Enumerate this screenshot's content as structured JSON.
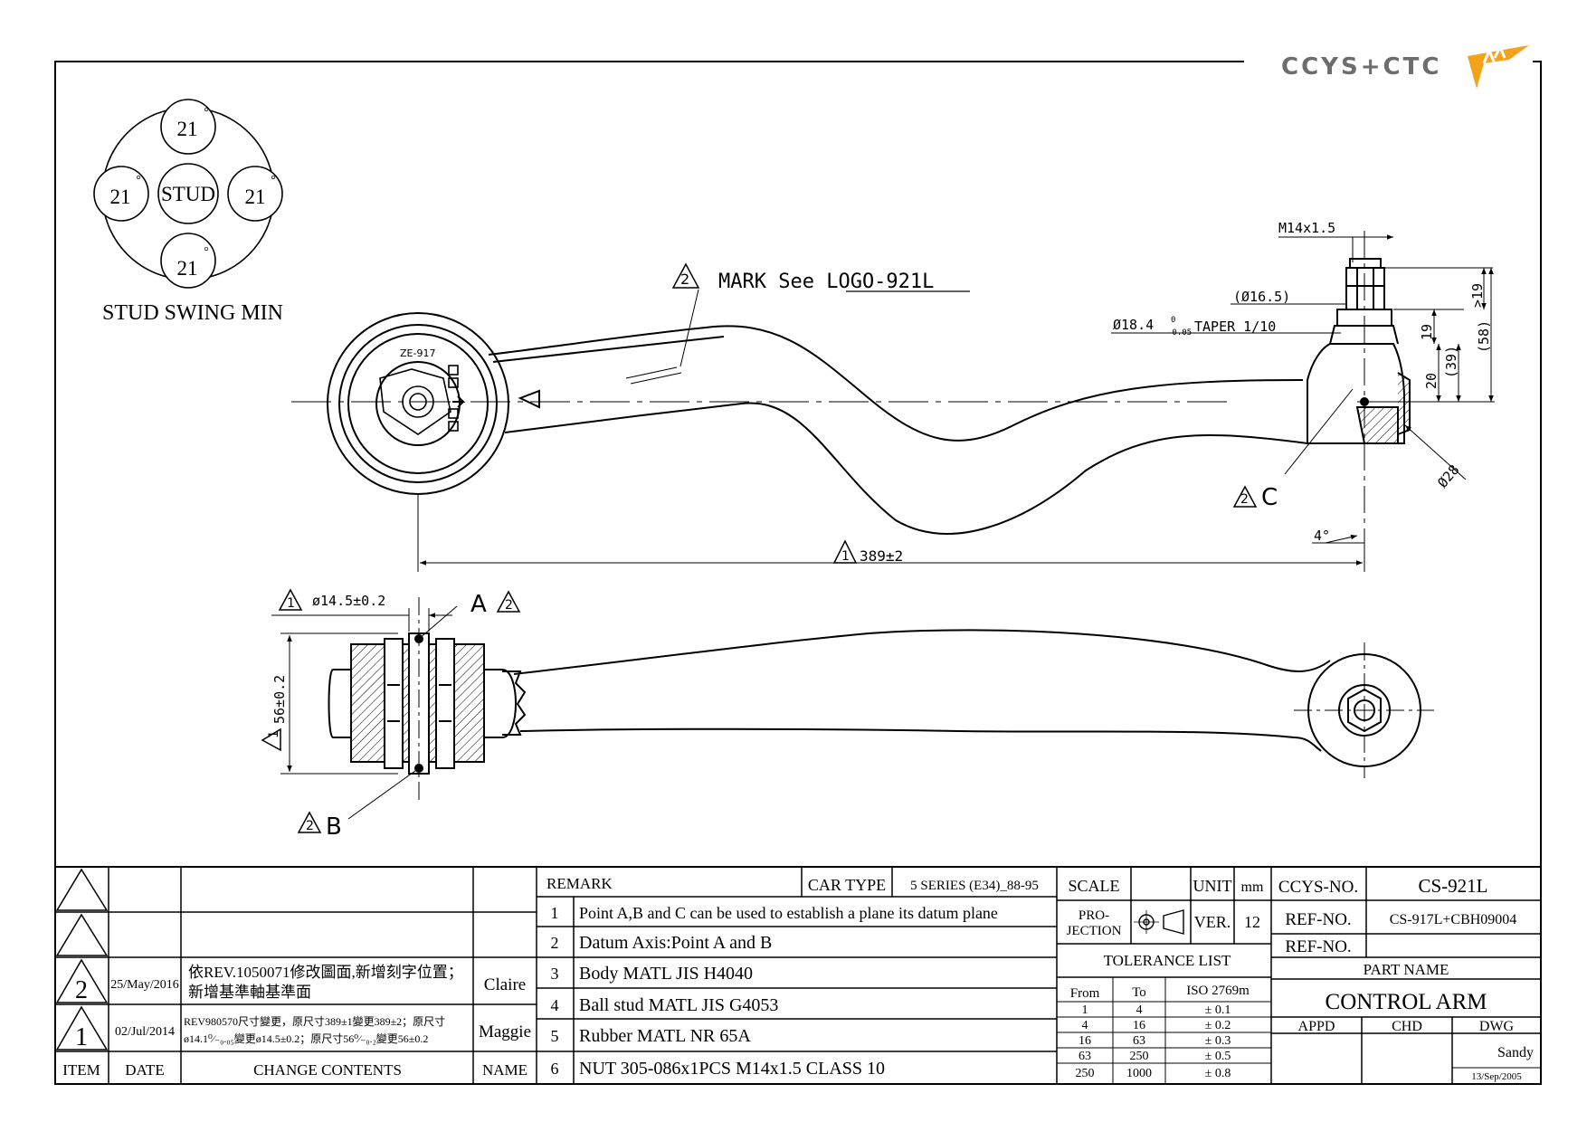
{
  "logo": {
    "text": "CCYS+CTC"
  },
  "swing": {
    "angle": "21",
    "degree_mark": "°",
    "center": "STUD",
    "caption": "STUD SWING MIN"
  },
  "callouts": {
    "mark_rev": "2",
    "mark_text": "MARK  See  LOGO-921L",
    "nut_thread": "M14x1.5",
    "dia_16_5": "(Ø16.5)",
    "taper_dia": "Ø18.4",
    "taper_tol_upper": "0",
    "taper_tol_lower": "-0.05",
    "taper_text": "TAPER  1/10",
    "dim_19_top": ">19",
    "dim_19": "19",
    "dim_39": "(39)",
    "dim_58": "(58)",
    "dim_20": "20",
    "dia_28": "Ø28",
    "point_c": "C",
    "point_c_rev": "2",
    "angle_4": "4°",
    "length_rev": "1",
    "length": "389±2",
    "bush_dia_rev": "1",
    "bush_dia": "ø14.5±0.2",
    "point_a": "A",
    "point_a_rev": "2",
    "height_rev": "1",
    "height": "56±0.2",
    "point_b": "B",
    "point_b_rev": "2",
    "part_marking": "ZE-917"
  },
  "revisions": {
    "rows": [
      {
        "item": "",
        "date": "",
        "content": "",
        "name": ""
      },
      {
        "item": "",
        "date": "",
        "content": "",
        "name": ""
      },
      {
        "item": "2",
        "date": "25/May/2016",
        "content_1": "依REV.1050071修改圖面,新增刻字位置；",
        "content_2": "新增基準軸基準面",
        "name": "Claire"
      },
      {
        "item": "1",
        "date": "02/Jul/2014",
        "content_1": "REV980570尺寸變更，原尺寸389±1變更389±2；原尺寸",
        "content_2": "ø14.1⁰⁄₋₀.₀₅變更ø14.5±0.2；原尺寸56⁰⁄₋₀.₂變更56±0.2",
        "name": "Maggie"
      }
    ],
    "headers": {
      "item": "ITEM",
      "date": "DATE",
      "content": "CHANGE CONTENTS",
      "name": "NAME"
    }
  },
  "remarks": {
    "header": "REMARK",
    "car_type_label": "CAR TYPE",
    "car_type": "5 SERIES (E34)_88-95",
    "items": [
      {
        "no": "1",
        "text": "Point A,B and C can be used to establish a plane its datum plane"
      },
      {
        "no": "2",
        "text": "Datum Axis:Point A and B"
      },
      {
        "no": "3",
        "text": "Body MATL JIS H4040"
      },
      {
        "no": "4",
        "text": "Ball stud MATL JIS G4053"
      },
      {
        "no": "5",
        "text": "Rubber MATL NR 65A"
      },
      {
        "no": "6",
        "text": "NUT 305-086x1PCS M14x1.5 CLASS 10"
      }
    ]
  },
  "title_block": {
    "scale_label": "SCALE",
    "scale": "",
    "unit_label": "UNIT",
    "unit": "mm",
    "projection_1": "PRO-",
    "projection_2": "JECTION",
    "ver_label": "VER.",
    "ver": "12",
    "ccys_label": "CCYS-NO.",
    "ccys_no": "CS-921L",
    "ref_label": "REF-NO.",
    "ref_no": "CS-917L+CBH09004",
    "ref_label_2": "REF-NO.",
    "ref_no_2": "",
    "part_name_label": "PART NAME",
    "part_name": "CONTROL ARM",
    "appd_label": "APPD",
    "chd_label": "CHD",
    "dwg_label": "DWG",
    "dwg_by": "Sandy",
    "dwg_date": "13/Sep/2005"
  },
  "tolerance": {
    "title": "TOLERANCE LIST",
    "headers": {
      "from": "From",
      "to": "To",
      "std": "ISO 2769m"
    },
    "rows": [
      {
        "from": "1",
        "to": "4",
        "tol": "± 0.1"
      },
      {
        "from": "4",
        "to": "16",
        "tol": "± 0.2"
      },
      {
        "from": "16",
        "to": "63",
        "tol": "± 0.3"
      },
      {
        "from": "63",
        "to": "250",
        "tol": "± 0.5"
      },
      {
        "from": "250",
        "to": "1000",
        "tol": "± 0.8"
      }
    ]
  },
  "colors": {
    "ink": "#000000",
    "paper": "#ffffff",
    "logo_gray": "#6d6d6d",
    "logo_orange": "#f5a21b"
  }
}
